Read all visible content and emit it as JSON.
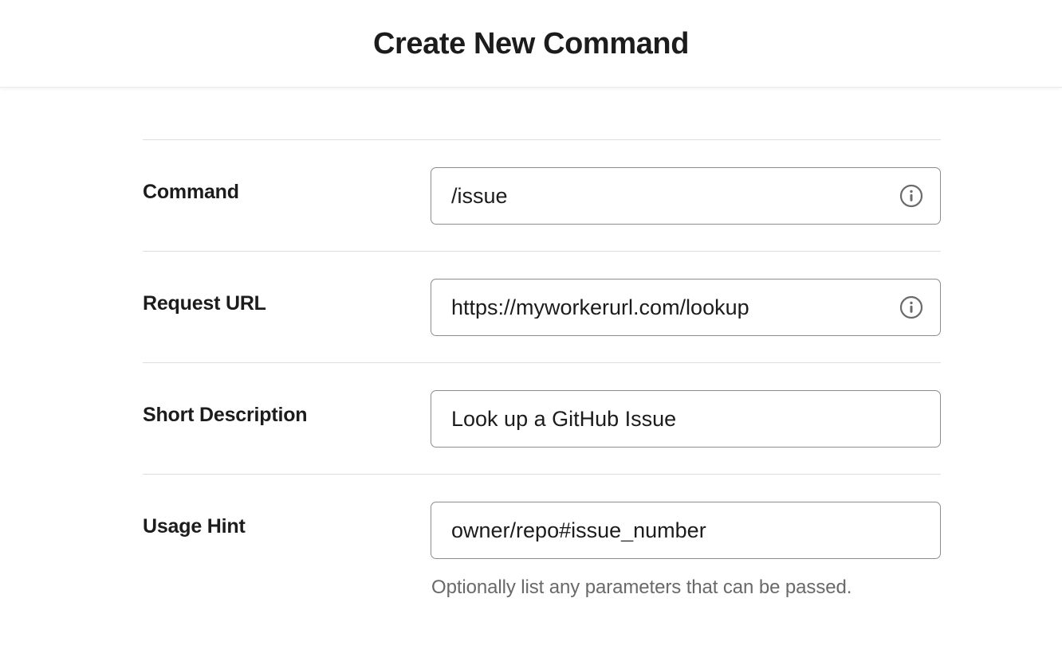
{
  "header": {
    "title": "Create New Command"
  },
  "form": {
    "rows": [
      {
        "label": "Command",
        "value": "/issue",
        "placeholder": "",
        "info_icon": "info-circle-icon",
        "help": ""
      },
      {
        "label": "Request URL",
        "value": "https://myworkerurl.com/lookup",
        "placeholder": "",
        "info_icon": "info-circle-icon",
        "help": ""
      },
      {
        "label": "Short Description",
        "value": "Look up a GitHub Issue",
        "placeholder": "",
        "info_icon": "",
        "help": ""
      },
      {
        "label": "Usage Hint",
        "value": "owner/repo#issue_number",
        "placeholder": "",
        "info_icon": "",
        "help": "Optionally list any parameters that can be passed."
      }
    ]
  },
  "colors": {
    "text": "#1d1c1d",
    "muted_text": "#696969",
    "input_border": "#8d8d8d",
    "divider": "#dddddd",
    "icon": "#6b6b6b",
    "background": "#ffffff"
  }
}
